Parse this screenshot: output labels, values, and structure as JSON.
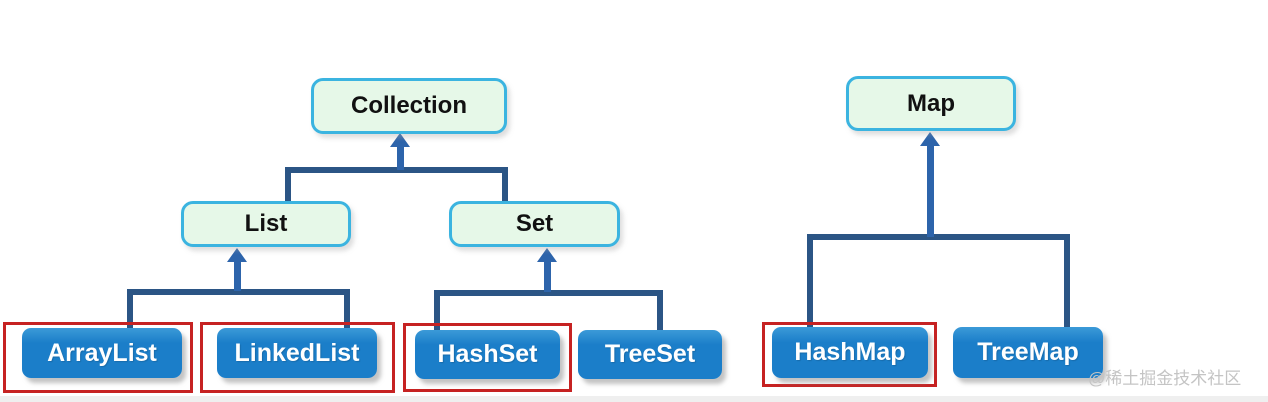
{
  "diagram": {
    "description": "Java collection framework inheritance hierarchy",
    "watermark": "@稀土掘金技术社区",
    "nodes": {
      "collection": {
        "label": "Collection",
        "kind": "interface",
        "highlighted": false
      },
      "list": {
        "label": "List",
        "kind": "interface",
        "highlighted": false
      },
      "set": {
        "label": "Set",
        "kind": "interface",
        "highlighted": false
      },
      "map": {
        "label": "Map",
        "kind": "interface",
        "highlighted": false
      },
      "arraylist": {
        "label": "ArrayList",
        "kind": "implementation",
        "highlighted": true
      },
      "linkedlist": {
        "label": "LinkedList",
        "kind": "implementation",
        "highlighted": true
      },
      "hashset": {
        "label": "HashSet",
        "kind": "implementation",
        "highlighted": true
      },
      "treeset": {
        "label": "TreeSet",
        "kind": "implementation",
        "highlighted": false
      },
      "hashmap": {
        "label": "HashMap",
        "kind": "implementation",
        "highlighted": true
      },
      "treemap": {
        "label": "TreeMap",
        "kind": "implementation",
        "highlighted": false
      }
    },
    "edges": [
      {
        "from": "List",
        "to": "Collection"
      },
      {
        "from": "Set",
        "to": "Collection"
      },
      {
        "from": "ArrayList",
        "to": "List"
      },
      {
        "from": "LinkedList",
        "to": "List"
      },
      {
        "from": "HashSet",
        "to": "Set"
      },
      {
        "from": "TreeSet",
        "to": "Set"
      },
      {
        "from": "HashMap",
        "to": "Map"
      },
      {
        "from": "TreeMap",
        "to": "Map"
      }
    ],
    "colors": {
      "interface_fill": "#e6f8e8",
      "interface_border": "#3bb4e0",
      "impl_fill": "#1b7ec9",
      "impl_text": "#ffffff",
      "connector": "#2b5585",
      "arrow": "#2d64ab",
      "highlight_border": "#c62222",
      "watermark_text": "#c4c4c4"
    }
  }
}
